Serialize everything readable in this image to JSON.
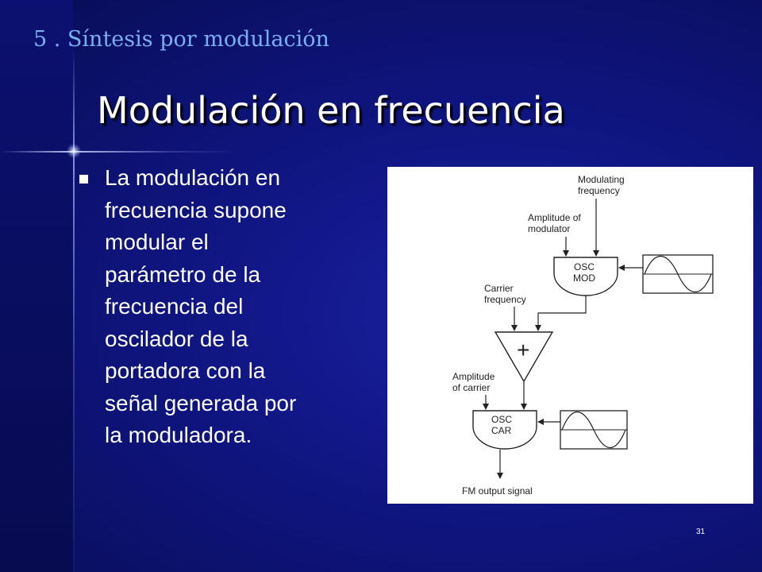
{
  "section_title": "5 . Síntesis por modulación",
  "title": "Modulación en frecuencia",
  "bullet": "La modulación en\nfrecuencia supone\nmodular el\nparámetro de la\nfrecuencia del\noscilador de la\nportadora con la\nseñal generada por\nla moduladora.",
  "diagram": {
    "modulating_frequency": [
      "Modulating",
      "frequency"
    ],
    "amplitude_of_modulator": [
      "Amplitude of",
      "modulator"
    ],
    "osc_mod": [
      "OSC",
      "MOD"
    ],
    "carrier_frequency": [
      "Carrier",
      "frequency"
    ],
    "adder_symbol": "+",
    "amplitude_of_carrier": [
      "Amplitude",
      "of carrier"
    ],
    "osc_car": [
      "OSC",
      "CAR"
    ],
    "output": "FM output signal"
  },
  "page_number": "31"
}
